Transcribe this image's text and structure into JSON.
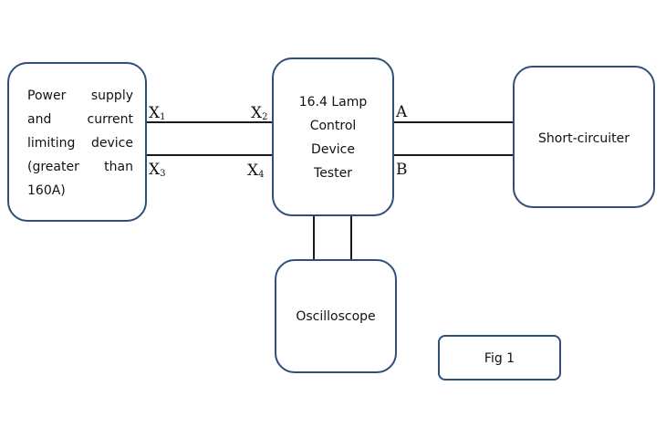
{
  "boxes": {
    "power_supply": {
      "lines": [
        "Power supply",
        "and current",
        "limiting device",
        "(greater than",
        "160A)"
      ]
    },
    "tester": {
      "lines": [
        "16.4 Lamp",
        "Control",
        "Device",
        "Tester"
      ]
    },
    "short_circuiter": {
      "label": "Short-circuiter"
    },
    "oscilloscope": {
      "label": "Oscilloscope"
    },
    "figure_caption": {
      "label": "Fig 1"
    }
  },
  "ports": {
    "x1": {
      "letter": "X",
      "sub": "1"
    },
    "x2": {
      "letter": "X",
      "sub": "2"
    },
    "x3": {
      "letter": "X",
      "sub": "3"
    },
    "x4": {
      "letter": "X",
      "sub": "4"
    },
    "a": {
      "letter": "A"
    },
    "b": {
      "letter": "B"
    }
  },
  "colors": {
    "box_border": "#2f4f78",
    "wire": "#1a1a1a"
  }
}
